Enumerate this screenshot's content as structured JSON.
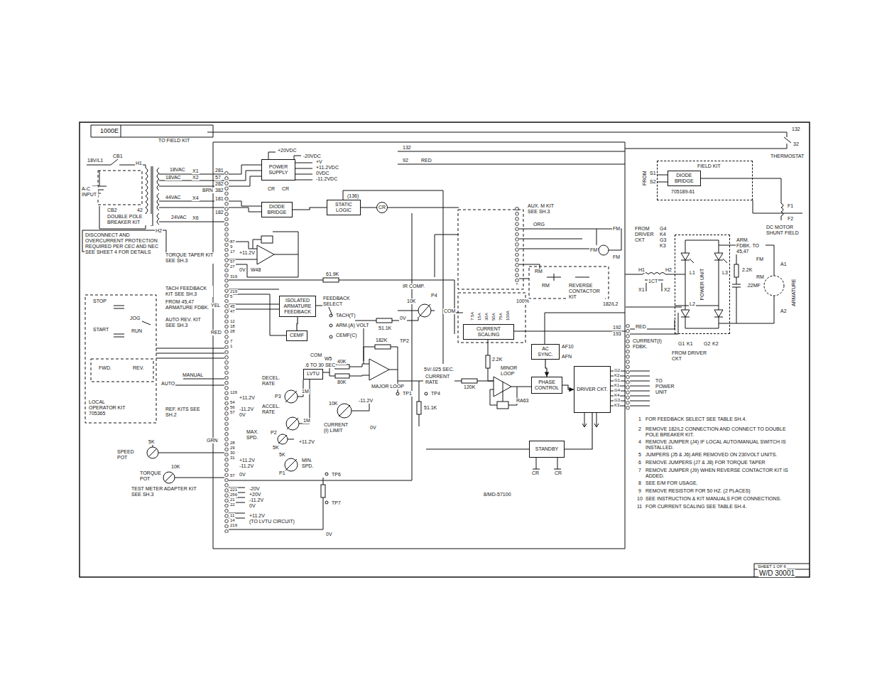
{
  "diagram": {
    "nodes": [
      {
        "text": [
          "POWER SUPPLY"
        ]
      },
      {
        "text": [
          "DIODE BRIDGE"
        ]
      },
      {
        "text": [
          "STATIC LOGIC"
        ]
      },
      {
        "text": [
          "CR"
        ]
      },
      {
        "text": [
          "ISOLATED ARMATURE FEEDBACK"
        ]
      },
      {
        "text": [
          "CEMF"
        ]
      },
      {
        "text": [
          "LVTU"
        ]
      },
      {
        "text": [
          "CURRENT SCALING"
        ]
      },
      {
        "text": [
          "AC SYNC."
        ]
      },
      {
        "text": [
          "PHASE CONTROL"
        ]
      },
      {
        "text": [
          "DRIVER CKT."
        ]
      },
      {
        "text": [
          "STANDBY"
        ]
      },
      {
        "text": [
          "FIELD KIT"
        ]
      },
      {
        "text": [
          "DIODE BRIDGE"
        ],
        "in": 12
      },
      {
        "text": [
          "POWER UNIT"
        ]
      }
    ],
    "edges": [
      {
        "from": 1,
        "to": 2,
        "arrow": "none"
      },
      {
        "from": 2,
        "to": 3,
        "arrow": "none"
      },
      {
        "from": 8,
        "to": 9,
        "arrow": "to"
      },
      {
        "from": 9,
        "to": 10,
        "arrow": "to"
      },
      {
        "from": 11,
        "to": 10,
        "arrow": "none"
      },
      {
        "from": 5,
        "to": 4,
        "arrow": "none"
      }
    ],
    "labels": [
      "1000E",
      "18V/L1",
      "CB1",
      "A-C INPUT",
      "CB2",
      "42",
      "DOUBLE POLE BREAKER KIT",
      "DISCONNECT AND OVERCURRENT PROTECTION REQUIRED PER CEC AND NEC SEE SHEET 4 FOR DETAILS",
      "TO FIELD KIT",
      "H1",
      "H2",
      "18VAC",
      "18VAC",
      "44VAC",
      "24VAC",
      "X1",
      "X2",
      "X4",
      "X6",
      "281",
      "57",
      "282",
      "BRN",
      "382",
      "181",
      "182",
      "+20VDC",
      "-20VDC",
      "+V",
      "+11.2VDC",
      "0VDC",
      "-11.2VDC",
      "CR",
      "CR",
      "132",
      "92",
      "RED",
      "(136)",
      "TORQUE TAPER KIT SEE SH.3",
      "TACH FEEDBACK KIT SEE SH.3",
      "FROM 45,47 ARMATURE FDBK.",
      "YEL",
      "AUTO REV. KIT SEE SH.3",
      "RED",
      "STOP",
      "JOG",
      "START",
      "RUN",
      "FWD.",
      "REV.",
      "MANUAL",
      "AUTO",
      "LOCAL OPERATOR KIT 705365",
      "REF. KITS SEE SH.2",
      "SPEED POT",
      "5K",
      "GRN",
      "TORQUE POT",
      "10K",
      "TEST METER ADAPTER KIT SEE SH.3",
      "+11.2V",
      "0V",
      "W48",
      "61.9K",
      "FEEDBACK SELECT",
      "TACH(T)",
      "ARM.(A) VOLT",
      "CEMF(C)",
      "IR COMP.",
      "P4",
      "10K",
      "0V",
      "51.1K",
      "COM",
      "W5",
      ".6 TO 30 SEC",
      "DECEL. RATE",
      "P3",
      "1M",
      "ACCEL. RATE",
      "1M",
      "MAX. SPD.",
      "P2",
      "5K",
      "MIN. SPD.",
      "P1",
      "5K",
      "+11.2V",
      "40K",
      "80K",
      "182K",
      "TP2",
      "MAJOR LOOP",
      "TP1",
      "TP4",
      "5V/.025 SEC.",
      "CURRENT RATE",
      "120K",
      "51.1K",
      "CURRENT (I) LIMIT",
      "10K",
      "-11.2V",
      "0V",
      "TP6",
      "TP7",
      "0V",
      "-20V",
      "+20V",
      "-11.2V",
      "0V",
      "+11.2V",
      "(TO LVTU CIRCUIT)",
      "+11.2V",
      "-11.2V",
      "0V",
      "+11.2V",
      "-11.2V",
      "0V",
      "AUX. M KIT SEE SH.3",
      "ORG",
      "FM",
      "FM",
      "FM",
      "RM",
      "RM",
      "REVERSE CONTACTOR KIT",
      "COM",
      "7.5A",
      "15A",
      "30A",
      "50A",
      "75A",
      "100A",
      "100%",
      "182/L2",
      "192",
      "193",
      "RED",
      "CURRENT(I) FDBK.",
      "MINOR LOOP",
      "AF10",
      "AFN",
      "RA63",
      "8/MD-57100",
      "FROM",
      "S1",
      "S2",
      "705189-61",
      "F1",
      "F2",
      "DC MOTOR SHUNT FIELD",
      "FROM DRIVER CKT",
      "G4",
      "K4",
      "G3",
      "K3",
      "ARM. FDBK. TO 45,47",
      "H1",
      "H2",
      "1CT",
      "X1",
      "X2",
      "L1",
      "L2",
      "L3",
      "2.2K",
      ".22MF",
      "A1",
      "A2",
      "ARMATURE",
      "FM",
      "RM",
      "FROM DRIVER CKT",
      "G1",
      "K1",
      "G2",
      "K2",
      "132",
      "32",
      "THERMOSTAT",
      "G2",
      "K2",
      "G1",
      "K1",
      "G4",
      "K4",
      "G3",
      "K3",
      "TO POWER UNIT",
      "1",
      "FOR FEEDBACK SELECT SEE TABLE SH.4.",
      "2",
      "REMOVE 182/L2 CONNECTION AND CONNECT TO DOUBLE POLE BREAKER KIT.",
      "4",
      "REMOVE JUMPER (J4) IF LOCAL AUTO/MANUAL SWITCH IS INSTALLED.",
      "5",
      "JUMPERS (J5 & J6) ARE REMOVED ON 230VOLT UNITS.",
      "6",
      "REMOVE JUMPERS (J7 & J8) FOR TORQUE TAPER",
      "7",
      "REMOVE JUMPER (J9) WHEN REVERSE CONTACTOR KIT IS ADDED.",
      "8",
      "SEE E/M FOR USAGE.",
      "9",
      "REMOVE RESISTOR FOR 50 HZ. (2 PLACES)",
      "10",
      "SEE INSTRUCTION & KIT MANUALS FOR CONNECTIONS.",
      "11",
      "FOR CURRENT SCALING SEE TABLE SH.4.",
      "SHEET 1 OF 6",
      "W/D 30001",
      "2.2K",
      "CR",
      "CR",
      "87",
      "9",
      "17",
      "57",
      "27",
      "319",
      "219",
      "5",
      "45",
      "47",
      "12",
      "18",
      "28",
      "7",
      "1",
      "126",
      "54",
      "56",
      "57",
      "28",
      "29",
      "30",
      "31",
      "57",
      "221",
      "256",
      "21",
      "22",
      "11",
      "14",
      "219"
    ]
  }
}
